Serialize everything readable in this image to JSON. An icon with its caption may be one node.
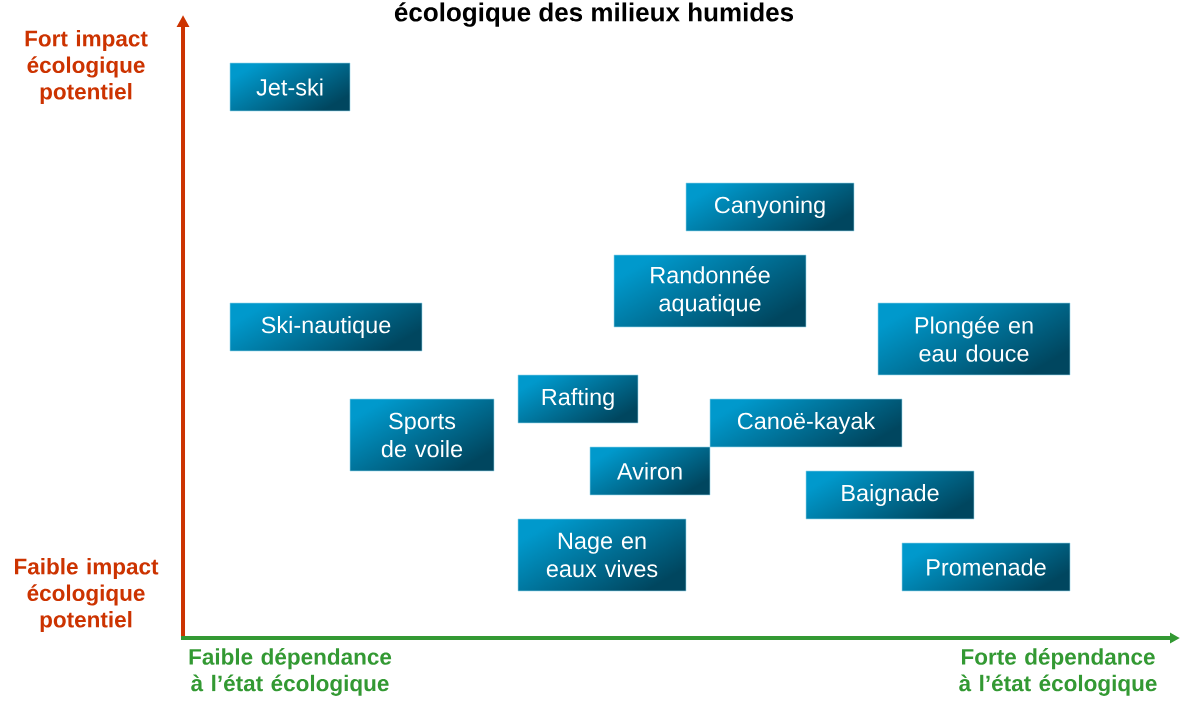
{
  "diagram": {
    "title": "écologique des milieux humides",
    "nodes": [
      {
        "text": [
          "Jet-ski"
        ]
      },
      {
        "text": [
          "Canyoning"
        ]
      },
      {
        "text": [
          "Randonnée aquatique"
        ]
      },
      {
        "text": [
          "Ski-nautique"
        ]
      },
      {
        "text": [
          "Plongée en eau douce"
        ]
      },
      {
        "text": [
          "Rafting"
        ]
      },
      {
        "text": [
          "Sports de voile"
        ]
      },
      {
        "text": [
          "Canoë-kayak"
        ]
      },
      {
        "text": [
          "Aviron"
        ]
      },
      {
        "text": [
          "Baignade"
        ]
      },
      {
        "text": [
          "Nage en eaux vives"
        ]
      },
      {
        "text": [
          "Promenade"
        ]
      }
    ],
    "labels": [
      "Fort impact écologique potentiel",
      "Faible impact écologique potentiel",
      "Faible dépendance à l’état écologique",
      "Forte dépendance à l’état écologique"
    ]
  }
}
